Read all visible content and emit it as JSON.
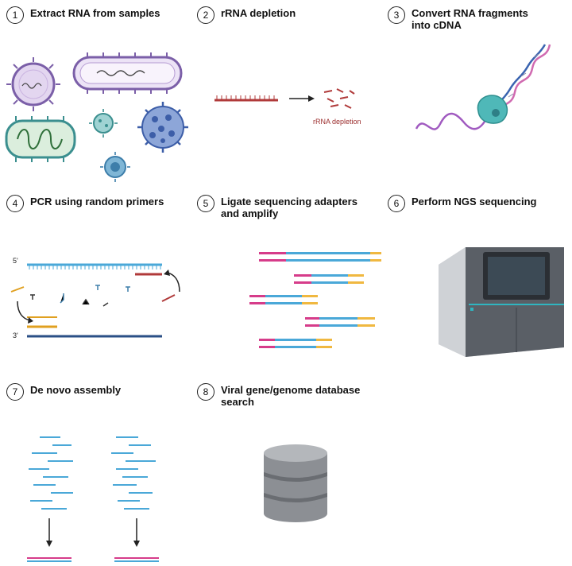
{
  "steps": [
    {
      "number": "1",
      "title": "Extract RNA from samples"
    },
    {
      "number": "2",
      "title": "rRNA depletion"
    },
    {
      "number": "3",
      "title": "Convert RNA fragments\ninto cDNA"
    },
    {
      "number": "4",
      "title": "PCR using random primers"
    },
    {
      "number": "5",
      "title": "Ligate sequencing adapters\nand amplify"
    },
    {
      "number": "6",
      "title": "Perform NGS sequencing"
    },
    {
      "number": "7",
      "title": "De novo assembly"
    },
    {
      "number": "8",
      "title": "Viral gene/genome database\nsearch"
    }
  ],
  "labels": {
    "rrna_depletion": "rRNA depletion",
    "strand_5prime": "5'",
    "strand_3prime": "3'"
  },
  "colors": {
    "virus_purple": "#7b5fa8",
    "virus_teal": "#3b8f8f",
    "virus_blue": "#3d5ea8",
    "rrna_red": "#b03a3a",
    "dna_blue": "#4aa8d8",
    "dna_navy": "#2a4f86",
    "primer_orange": "#e0a020",
    "adapter_pink": "#d63c8a",
    "adapter_yellow": "#f0b840",
    "machine_gray": "#5a5f66",
    "screen_teal": "#2fb5c0",
    "database_gray": "#8c8f94"
  }
}
